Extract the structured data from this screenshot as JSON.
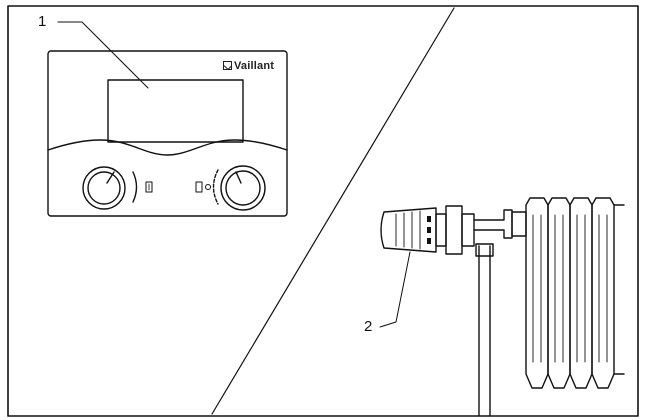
{
  "callouts": {
    "one": "1",
    "two": "2"
  },
  "controller": {
    "brand": "Vaillant",
    "brand_icon": "vaillant-logo-icon",
    "left_knob_icon": "rotary-knob-icon",
    "right_knob_icon": "rotary-knob-icon",
    "heating_symbol_icon": "radiator-symbol-icon",
    "hot_water_symbol_icon": "tap-symbol-icon"
  },
  "radiator": {
    "valve_icon": "thermostatic-valve-icon"
  },
  "colors": {
    "line": "#111111",
    "background": "#ffffff"
  }
}
